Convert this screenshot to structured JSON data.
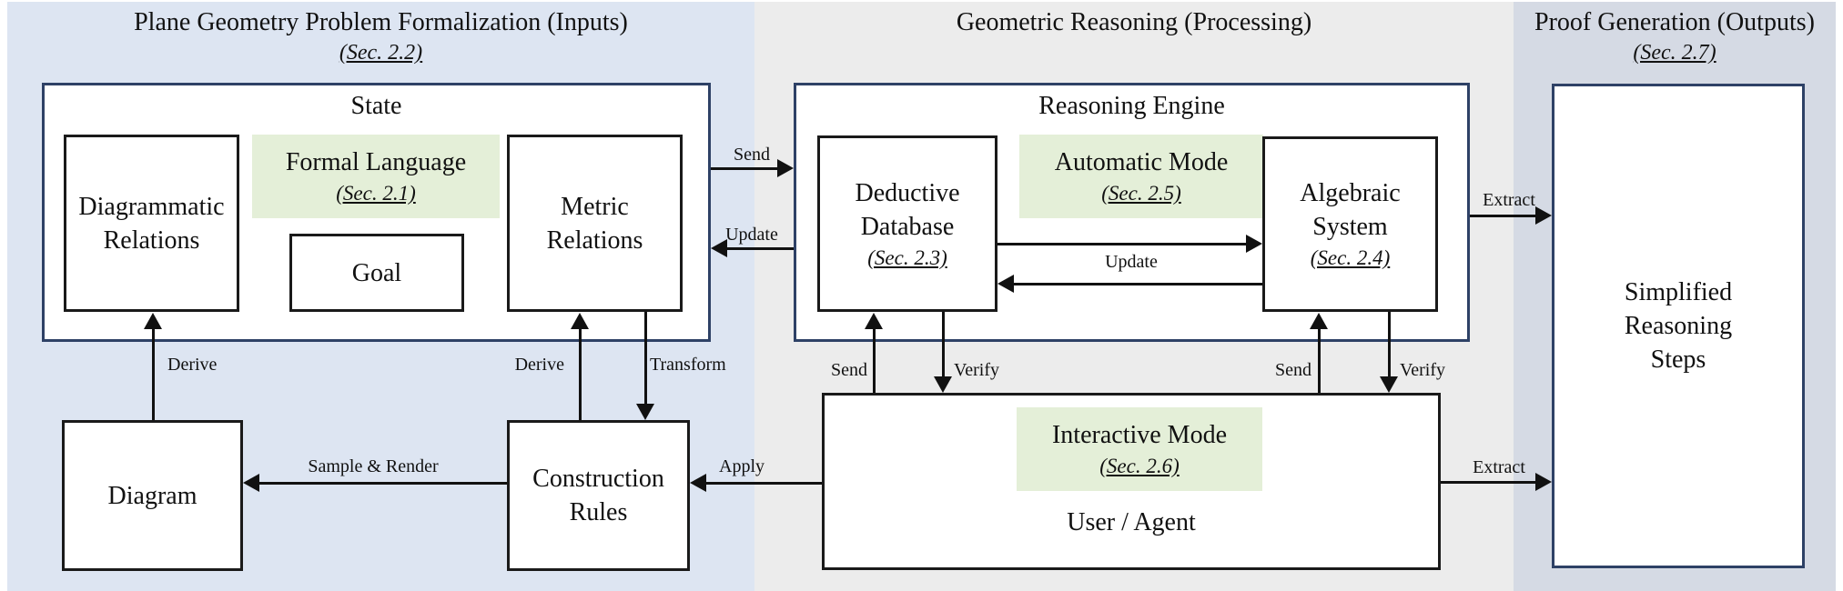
{
  "colors": {
    "panel_inputs_bg": "#dde5f2",
    "panel_processing_bg": "#ececec",
    "panel_outputs_bg": "#d5dae4",
    "highlight_green": "#e4efd8",
    "outer_border_navy": "#2e4166",
    "inner_border_black": "#1a1a1a",
    "text": "#111111"
  },
  "panels": {
    "inputs": {
      "title": "Plane Geometry Problem Formalization (Inputs)",
      "sec": "(Sec. 2.2)"
    },
    "processing": {
      "title": "Geometric Reasoning (Processing)"
    },
    "outputs": {
      "title": "Proof Generation (Outputs)",
      "sec": "(Sec. 2.7)"
    }
  },
  "groups": {
    "state": {
      "title": "State"
    },
    "reasoning_engine": {
      "title": "Reasoning Engine"
    }
  },
  "nodes": {
    "diagrammatic_relations": {
      "label": "Diagrammatic\nRelations"
    },
    "formal_language": {
      "label": "Formal Language",
      "sec": "(Sec. 2.1)"
    },
    "goal": {
      "label": "Goal"
    },
    "metric_relations": {
      "label": "Metric\nRelations"
    },
    "deductive_database": {
      "label": "Deductive\nDatabase",
      "sec": "(Sec. 2.3)"
    },
    "automatic_mode": {
      "label": "Automatic Mode",
      "sec": "(Sec. 2.5)"
    },
    "algebraic_system": {
      "label": "Algebraic\nSystem",
      "sec": "(Sec. 2.4)"
    },
    "simplified_reasoning_steps": {
      "label": "Simplified\nReasoning\nSteps"
    },
    "diagram": {
      "label": "Diagram"
    },
    "construction_rules": {
      "label": "Construction\nRules"
    },
    "interactive_mode": {
      "label": "Interactive Mode",
      "sec": "(Sec. 2.6)"
    },
    "user_agent": {
      "label": "User / Agent"
    }
  },
  "edges": {
    "send_state_to_engine": "Send",
    "update_engine_to_state": "Update",
    "update_database_algebraic": "Update",
    "derive_diagram_to_diagrammatic": "Derive",
    "derive_rules_to_metric": "Derive",
    "transform_metric_to_rules": "Transform",
    "sample_render": "Sample & Render",
    "apply": "Apply",
    "send_agent_to_database": "Send",
    "verify_database_to_agent": "Verify",
    "send_agent_to_algebraic": "Send",
    "verify_algebraic_to_agent": "Verify",
    "extract_engine_to_steps": "Extract",
    "extract_agent_to_steps": "Extract"
  }
}
